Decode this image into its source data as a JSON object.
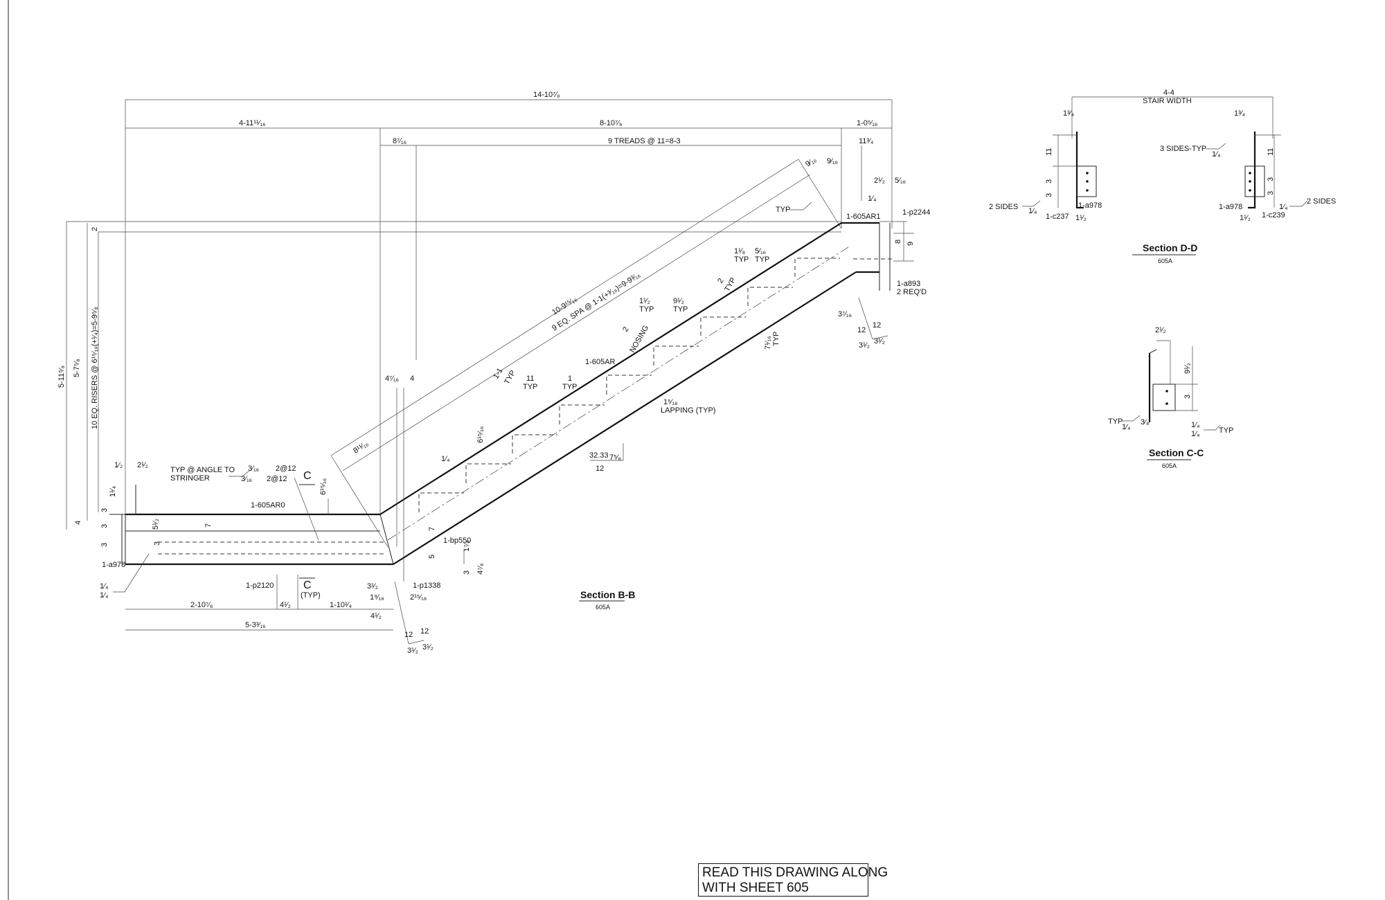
{
  "section_bb": {
    "title": "Section B-B",
    "ref": "605A",
    "dims": {
      "overall": "14-10⁷⁄₈",
      "left_run": "4-11¹¹⁄₁₆",
      "mid_run": "8-10⁷⁄₈",
      "right_run": "1-0⁵⁄₁₆",
      "treads": "9 TREADS @ 11=8-3",
      "d_8_7_16": "8⁷⁄₁₆",
      "d_11_3_4": "11³⁄₄",
      "d_9_16a": "9⁄₁₆",
      "d_9_16b": "9⁄₁₆",
      "d_2_1_2": "2¹⁄₂",
      "d_5_16": "5⁄₁₆",
      "d_1_4": "1⁄₄",
      "rise_total": "5-11⁵⁄₈",
      "rise_2": "5-7⁵⁄₈",
      "risers": "10 EQ. RISERS @ 6¹⁵⁄₁₆(+¹⁄₄)=5-9⁵⁄₈",
      "d_2": "2",
      "d_4_left": "4",
      "stringer_len": "10-9¹⁵⁄₁₆",
      "spa": "9 EQ. SPA @ 1-1(+³⁄₁₆)=9-9³⁄₁₆",
      "d_8_11_16": "8¹¹⁄₁₆",
      "d_4_7_16": "4⁷⁄₁₆",
      "d_4": "4",
      "d_1_2": "1⁄₂",
      "d_2_1_2b": "2¹⁄₂",
      "d_1_1_4": "1¹⁄₄",
      "d_3a": "3",
      "d_3b": "3",
      "d_3c": "3",
      "d_5_1_2": "5¹⁄₂",
      "d_7a": "7",
      "d_7b": "7",
      "d_6_15_16": "6¹⁵⁄₁₆",
      "d_3d": "3",
      "d_5": "5",
      "d_1_7_8": "1⁷⁄₈",
      "d_4_7_8": "4⁷⁄₈",
      "d_3e": "3",
      "d_3_1_2": "3¹⁄₂",
      "d_1_9_16": "1⁹⁄₁₆",
      "d_2_15_16": "2¹⁵⁄₁₆",
      "d_2_10_7_8": "2-10⁷⁄₈",
      "d_4_1_2a": "4¹⁄₂",
      "d_1_10_1_4": "1-10¹⁄₄",
      "d_4_1_2b": "4¹⁄₂",
      "d_5_3_16": "5-3³⁄₁₆",
      "d_12a": "12",
      "d_12b": "12",
      "d_3_1_2a": "3¹⁄₂",
      "d_3_1_2b": "3¹⁄₂",
      "d_12c": "12",
      "d_12d": "12",
      "d_3_1_2c": "3¹⁄₂",
      "d_3_1_2d": "3¹⁄₂",
      "d_3_7_16": "3⁷⁄₁₆",
      "d_8": "8",
      "d_9": "9",
      "slope_a": "32.33",
      "slope_b": "7⁵⁄₈",
      "slope_c": "12",
      "nosing_2": "2",
      "nosing": "NOSING",
      "d_1_1_2": "1¹⁄₂",
      "d_9_1_2": "9¹⁄₂",
      "d_2_typ": "2",
      "d_1_1_8": "1¹⁄₈",
      "d_5_16b": "5⁄₁₆",
      "d_7_1_16": "7¹⁄₁₆",
      "d_1_1": "1-1",
      "d_11": "11",
      "d_1": "1",
      "d_6_15_16b": "6¹⁵⁄₁₆",
      "d_1_5_16": "1⁵⁄₁₆",
      "d_3_16a": "3⁄₁₆",
      "d_3_16b": "3⁄₁₆",
      "d_2_12a": "2@12",
      "d_2_12b": "2@12",
      "d_1_4b": "1⁄₄",
      "d_1_4c": "1⁄₄",
      "d_1_4d": "1⁄₄",
      "c_upper": "C",
      "c_lower": "C"
    },
    "labels": {
      "typ": "TYP",
      "typ2": "TYP",
      "typ3": "TYP",
      "typ4": "TYP",
      "typ5": "TYP",
      "typ6": "TYP",
      "typ7": "TYP",
      "typ8": "TYP",
      "typ9": "TYP",
      "typ_c": "(TYP)",
      "lapping": "LAPPING (TYP)",
      "typ_angle_1": "TYP @ ANGLE TO",
      "typ_angle_2": "STRINGER",
      "m605AR1": "1-605AR1",
      "m605AR": "1-605AR",
      "m605AR0": "1-605AR0",
      "p2244": "1-p2244",
      "a893": "1-a893",
      "req": "2 REQ'D",
      "a978": "1-a978",
      "p2120": "1-p2120",
      "p1338": "1-p1338",
      "bp550": "1-bp550"
    }
  },
  "section_dd": {
    "title": "Section D-D",
    "ref": "605A",
    "stair_width_dim": "4-4",
    "stair_width": "STAIR WIDTH",
    "d_1_3_4a": "1³⁄₄",
    "d_1_3_4b": "1³⁄₄",
    "d_11a": "11",
    "d_11b": "11",
    "d_3a": "3",
    "d_3b": "3",
    "d_3c": "3",
    "d_3d": "3",
    "d_1_1_2a": "1¹⁄₂",
    "d_1_1_2b": "1¹⁄₂",
    "d_1_4a": "1⁄₄",
    "d_1_4b": "1⁄₄",
    "d_1_4c": "1⁄₄",
    "sides_left": "2 SIDES",
    "sides_right": "2 SIDES",
    "sides_typ": "3 SIDES-TYP",
    "c237": "1-c237",
    "a978_l": "1-a978",
    "a978_r": "1-a978",
    "c239": "1-c239"
  },
  "section_cc": {
    "title": "Section C-C",
    "ref": "605A",
    "d_2_1_2": "2¹⁄₂",
    "d_9_1_2": "9¹⁄₂",
    "d_3": "3",
    "d_3_8": "3⁄₈",
    "d_1_4a": "1⁄₄",
    "d_1_4b": "1⁄₄",
    "d_1_4c": "1⁄₄",
    "typ_l": "TYP",
    "typ_r": "TYP"
  },
  "note": {
    "line1": "READ THIS DRAWING ALONG",
    "line2": "WITH SHEET 605"
  }
}
